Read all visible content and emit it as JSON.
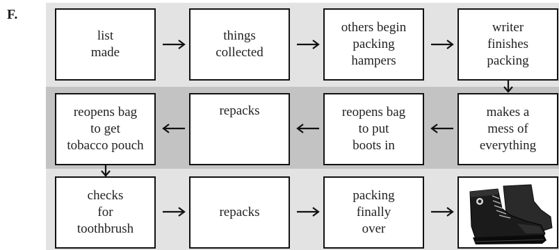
{
  "figure_label": "F.",
  "rows": [
    [
      {
        "lines": [
          "list",
          "made"
        ]
      },
      {
        "lines": [
          "things",
          "collected"
        ]
      },
      {
        "lines": [
          "others begin",
          "packing",
          "hampers"
        ]
      },
      {
        "lines": [
          "writer",
          "finishes",
          "packing"
        ]
      }
    ],
    [
      {
        "lines": [
          "reopens bag",
          "to get",
          "tobacco pouch"
        ]
      },
      {
        "lines": [
          "repacks"
        ]
      },
      {
        "lines": [
          "reopens bag",
          "to put",
          "boots in"
        ]
      },
      {
        "lines": [
          "makes a",
          "mess of",
          "everything"
        ]
      }
    ],
    [
      {
        "lines": [
          "checks",
          "for",
          "toothbrush"
        ]
      },
      {
        "lines": [
          "repacks"
        ]
      },
      {
        "lines": [
          "packing",
          "finally",
          "over"
        ]
      },
      {
        "image": "black-ankle-boot"
      }
    ]
  ],
  "colors": {
    "band_light": "#e3e3e3",
    "band_dark": "#c3c3c3",
    "box_fill": "#ffffff",
    "stroke": "#111111"
  }
}
